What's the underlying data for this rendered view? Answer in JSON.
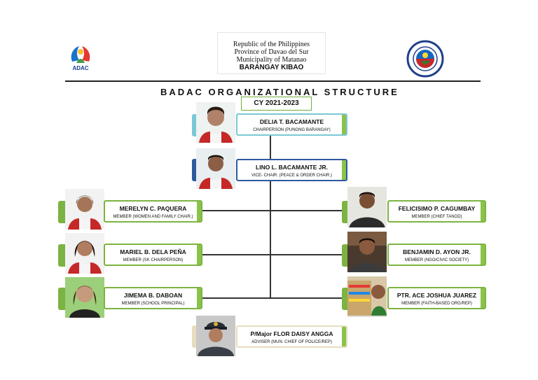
{
  "header": {
    "line1": "Republic of the Philippines",
    "line2": "Province of Davao del Sur",
    "line3": "Municipality of Matanao",
    "line4": "BARANGAY KIBAO"
  },
  "logos": {
    "left_caption": "ADAC",
    "left_icon": "adac-hands-logo",
    "right_icon": "barangay-kibao-seal"
  },
  "title": "BADAC ORGANIZATIONAL  STRUCTURE",
  "period": "CY 2021-2023",
  "members": [
    {
      "name": "DELIA T. BACAMANTE",
      "role": "CHAIRPERSON (PUNONG BARANGAY)"
    },
    {
      "name": "LINO L. BACAMANTE JR.",
      "role": "VICE- CHAIR. (PEACE & ORDER CHAIR.)"
    },
    {
      "name": "MERELYN C. PAQUERA",
      "role": "MEMBER (WOMEN AND FAMILY CHAIR.)"
    },
    {
      "name": "FELICISIMO P. CAGUMBAY",
      "role": "MEMBER (CHIEF TANOD)"
    },
    {
      "name": "MARIEL B. DELA PEÑA",
      "role": "MEMBER (SK CHAIRPERSON)"
    },
    {
      "name": "BENJAMIN D. AYON JR.",
      "role": "MEMBER (NGO/CIVIC SOCIETY)"
    },
    {
      "name": "JIMEMA B. DABOAN",
      "role": "MEMBER (SCHOOL PRINCIPAL)"
    },
    {
      "name": "PTR. ACE JOSHUA JUAREZ",
      "role": "MEMBER (FAITH-BASED ORG/REP)"
    },
    {
      "name": "P/Major FLOR DAISY ANGGA",
      "role": "ADVISER (MUN. CHIEF OF POLICE/REP)"
    }
  ],
  "colors": {
    "chair_tab": "#7ac8d6",
    "vice_tab": "#2d5a9e",
    "member_tab": "#7cb342",
    "adviser_tab": "#e8dcc0"
  }
}
